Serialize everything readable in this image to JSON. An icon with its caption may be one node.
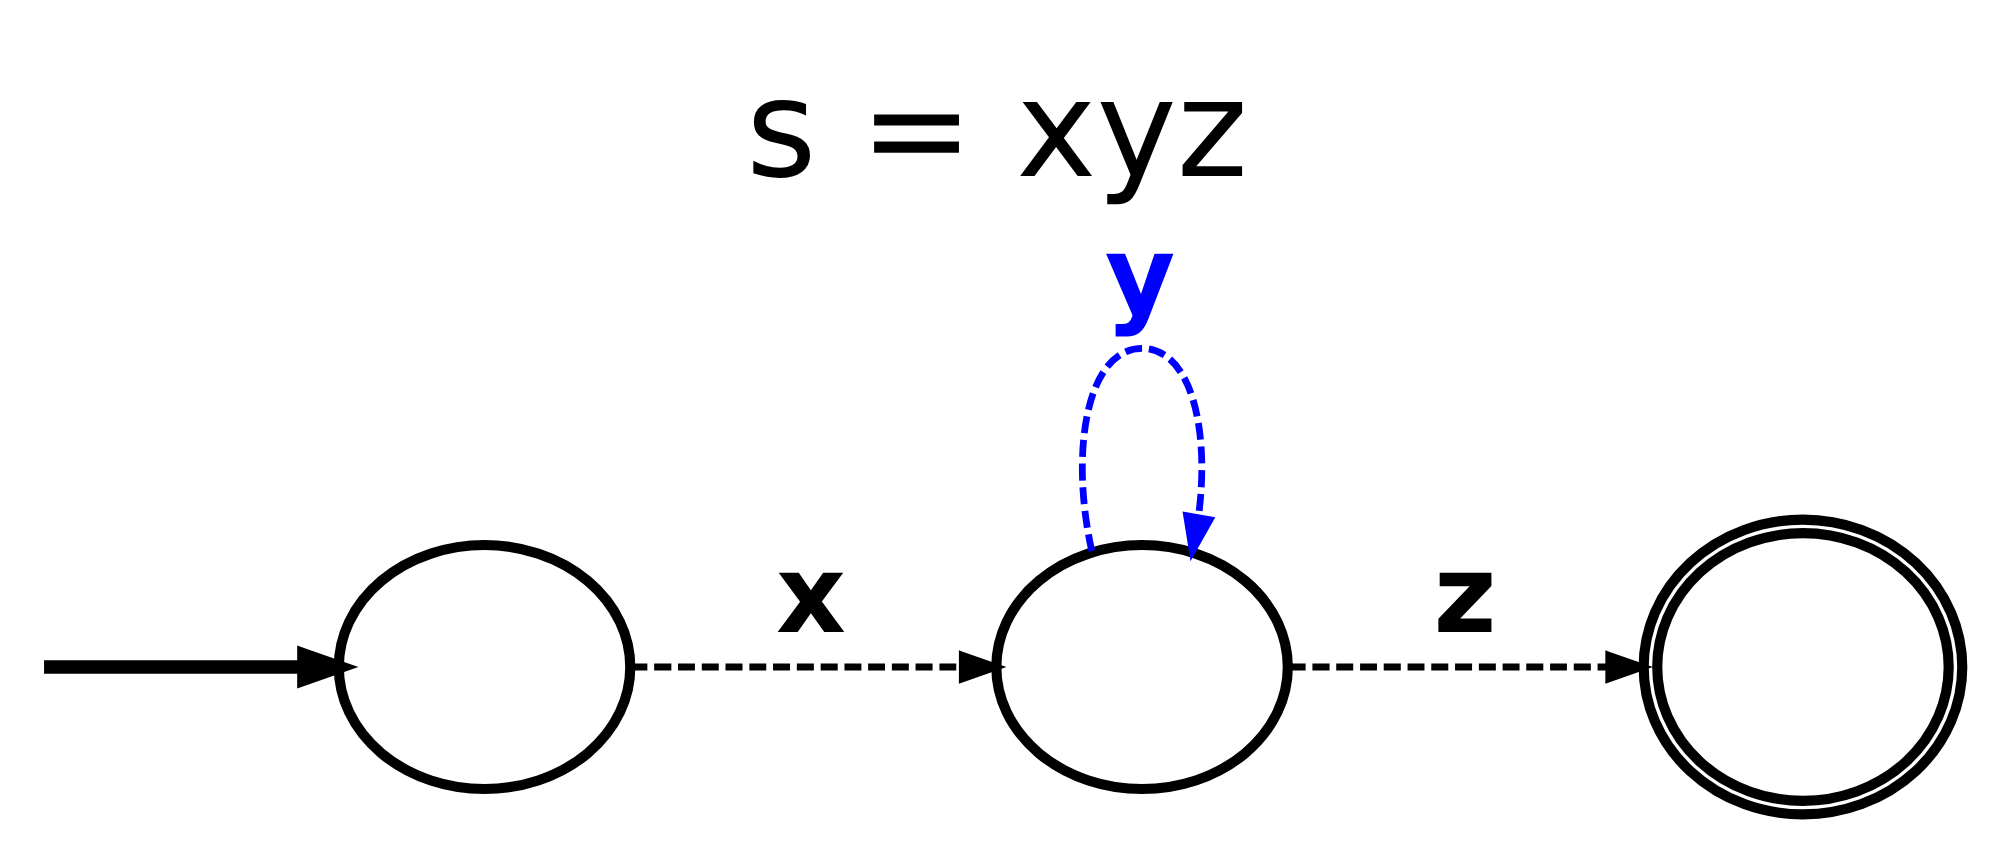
{
  "diagram": {
    "title": "s = xyz",
    "nodes": [
      {
        "text": [],
        "shape": "circle"
      },
      {
        "text": [],
        "shape": "circle"
      },
      {
        "text": [],
        "shape": "circle"
      }
    ],
    "edges": [
      {
        "from": null,
        "to": 0,
        "arrow": "to",
        "style": "thick"
      },
      {
        "from": 0,
        "to": 1,
        "arrow": "to",
        "style": "dashed",
        "label": "x"
      },
      {
        "from": 1,
        "to": 1,
        "arrow": "to",
        "style": "dashed",
        "label": "y",
        "color": "#0000ff"
      },
      {
        "from": 1,
        "to": 2,
        "arrow": "to",
        "style": "dashed",
        "label": "z"
      }
    ]
  }
}
